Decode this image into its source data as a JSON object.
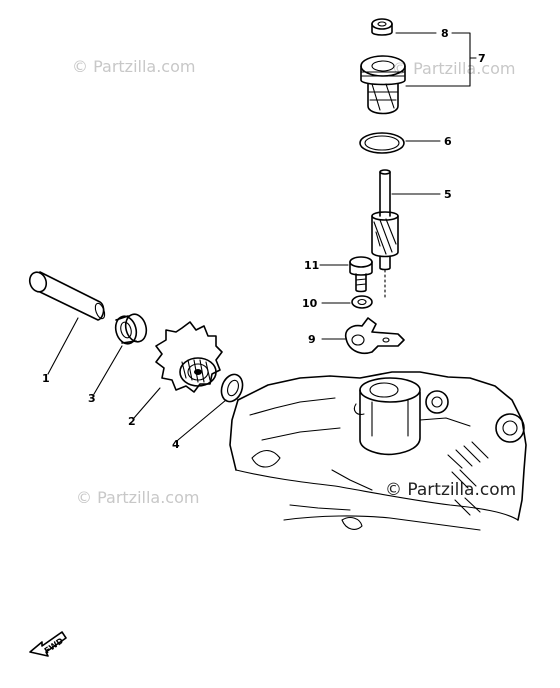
{
  "watermarks": {
    "top_left": "© Partzilla.com",
    "top_right": "© Partzilla.com",
    "bottom_left": "© Partzilla.com",
    "bottom_right": "© Partzilla.com"
  },
  "callouts": {
    "c1": "1",
    "c2": "2",
    "c3": "3",
    "c4": "4",
    "c5": "5",
    "c6": "6",
    "c7": "7",
    "c8": "8",
    "c9": "9",
    "c10": "10",
    "c11": "11"
  },
  "fwd_label": "FWD",
  "colors": {
    "ink": "#000000",
    "watermark": "#c8c8c8",
    "background": "#ffffff"
  }
}
